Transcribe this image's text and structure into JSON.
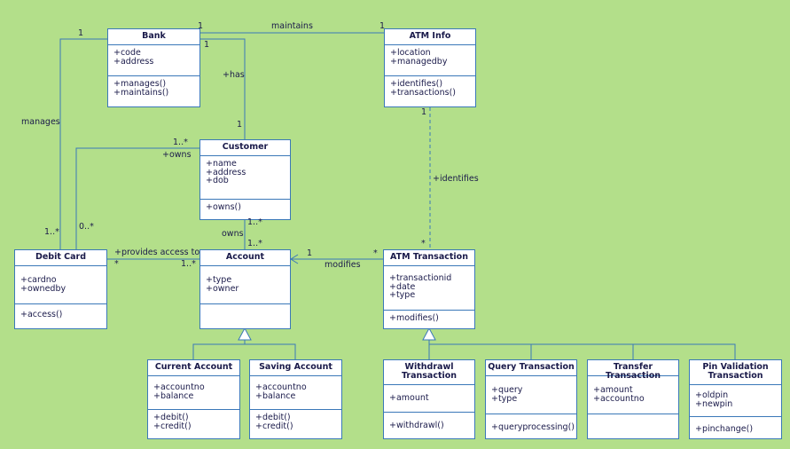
{
  "classes": {
    "bank": {
      "name": "Bank",
      "attributes": [
        "+code",
        "+address"
      ],
      "operations": [
        "+manages()",
        "+maintains()"
      ]
    },
    "atm_info": {
      "name": "ATM Info",
      "attributes": [
        "+location",
        "+managedby"
      ],
      "operations": [
        "+identifies()",
        "+transactions()"
      ]
    },
    "customer": {
      "name": "Customer",
      "attributes": [
        "+name",
        "+address",
        "+dob"
      ],
      "operations": [
        "+owns()"
      ]
    },
    "debit_card": {
      "name": "Debit Card",
      "attributes": [
        "+cardno",
        "+ownedby"
      ],
      "operations": [
        "+access()"
      ]
    },
    "account": {
      "name": "Account",
      "attributes": [
        "+type",
        "+owner"
      ],
      "operations": []
    },
    "atm_transaction": {
      "name": "ATM Transaction",
      "attributes": [
        "+transactionid",
        "+date",
        "+type"
      ],
      "operations": [
        "+modifies()"
      ]
    },
    "current_account": {
      "name": "Current Account",
      "attributes": [
        "+accountno",
        "+balance"
      ],
      "operations": [
        "+debit()",
        "+credit()"
      ]
    },
    "saving_account": {
      "name": "Saving Account",
      "attributes": [
        "+accountno",
        "+balance"
      ],
      "operations": [
        "+debit()",
        "+credit()"
      ]
    },
    "withdrawl_transaction": {
      "name": "Withdrawl Transaction",
      "attributes": [
        "+amount"
      ],
      "operations": [
        "+withdrawl()"
      ]
    },
    "query_transaction": {
      "name": "Query Transaction",
      "attributes": [
        "+query",
        "+type"
      ],
      "operations": [
        "+queryprocessing()"
      ]
    },
    "transfer_transaction": {
      "name": "Transfer Transaction",
      "attributes": [
        "+amount",
        "+accountno"
      ],
      "operations": []
    },
    "pin_validation_transaction": {
      "name": "Pin Validation Transaction",
      "attributes": [
        "+oldpin",
        "+newpin"
      ],
      "operations": [
        "+pinchange()"
      ]
    }
  },
  "labels": {
    "maintains": "maintains",
    "maintains_bank_mult": "1",
    "maintains_atm_mult": "1",
    "has": "+has",
    "has_bank_mult": "1",
    "has_customer_mult": "1",
    "manages": "manages",
    "manages_bank_mult": "1",
    "manages_card_mult": "1..*",
    "owns_card_customer_mult": "1..*",
    "owns_card_role": "+owns",
    "owns_card_card_mult": "0..*",
    "owns_account_customer_mult": "1..*",
    "owns_account": "owns",
    "owns_account_account_mult": "1..*",
    "identifies": "+identifies",
    "identifies_atm_mult": "1",
    "identifies_tx_mult": "*",
    "modifies": "modifies",
    "modifies_account_mult": "1",
    "modifies_tx_mult": "*",
    "provides_access": "+provides access to",
    "provides_card_mult": "*",
    "provides_account_mult": "1..*"
  },
  "colors": {
    "background": "#b3df8a",
    "line": "#3a78b8",
    "box": "#ffffff",
    "text": "#1a1a4a"
  }
}
